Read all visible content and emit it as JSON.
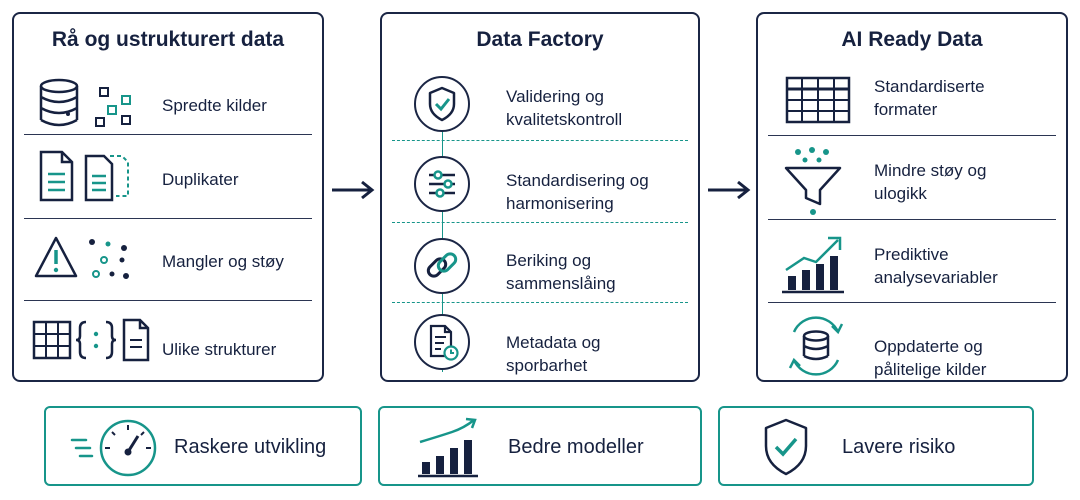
{
  "panels": {
    "raw": {
      "title": "Rå og ustrukturert data",
      "items": [
        {
          "label": "Spredte kilder",
          "icon": "database-icon"
        },
        {
          "label": "Duplikater",
          "icon": "duplicate-documents-icon"
        },
        {
          "label": "Mangler og støy",
          "icon": "warning-icon"
        },
        {
          "label": "Ulike strukturer",
          "icon": "structures-icon"
        }
      ]
    },
    "factory": {
      "title": "Data Factory",
      "items": [
        {
          "line1": "Validering og",
          "line2": "kvalitetskontroll",
          "icon": "shield-check-icon"
        },
        {
          "line1": "Standardisering og",
          "line2": "harmonisering",
          "icon": "sliders-icon"
        },
        {
          "line1": "Beriking og",
          "line2": "sammenslåing",
          "icon": "link-icon"
        },
        {
          "line1": "Metadata og",
          "line2": "sporbarhet",
          "icon": "document-clock-icon"
        }
      ]
    },
    "ready": {
      "title": "AI Ready Data",
      "items": [
        {
          "line1": "Standardiserte",
          "line2": "formater",
          "icon": "table-icon"
        },
        {
          "line1": "Mindre støy og",
          "line2": "ulogikk",
          "icon": "funnel-icon"
        },
        {
          "line1": "Prediktive",
          "line2": "analysevariabler",
          "icon": "bar-chart-trend-icon"
        },
        {
          "line1": "Oppdaterte og",
          "line2": "pålitelige kilder",
          "icon": "database-sync-icon"
        }
      ]
    }
  },
  "benefits": [
    {
      "label": "Raskere utvikling",
      "icon": "speedometer-icon"
    },
    {
      "label": "Bedre modeller",
      "icon": "growth-chart-icon"
    },
    {
      "label": "Lavere risiko",
      "icon": "shield-check-icon"
    }
  ],
  "colors": {
    "navy": "#16213f",
    "teal": "#17958a"
  }
}
